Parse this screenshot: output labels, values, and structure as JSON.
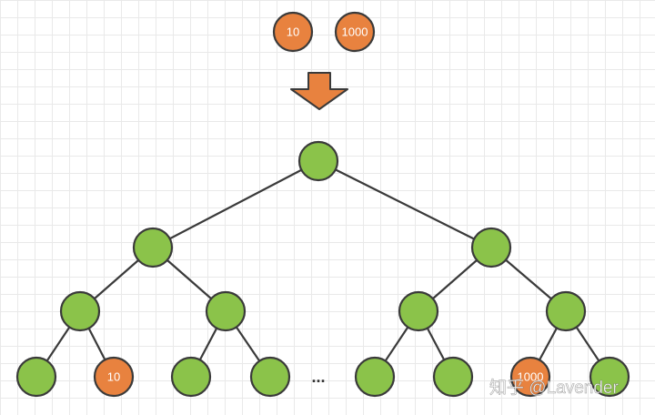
{
  "colors": {
    "tree_node_fill": "#8bc34a",
    "orange_node_fill": "#e8823f",
    "stroke": "#3a3a3a",
    "arrow_fill": "#e8823f"
  },
  "inputs": [
    {
      "label": "10"
    },
    {
      "label": "1000"
    }
  ],
  "tree": {
    "leaf_labels": [
      "",
      "10",
      "",
      "",
      "",
      "",
      "1000",
      ""
    ],
    "ellipsis": "..."
  },
  "watermark": "知乎 @Lavender"
}
